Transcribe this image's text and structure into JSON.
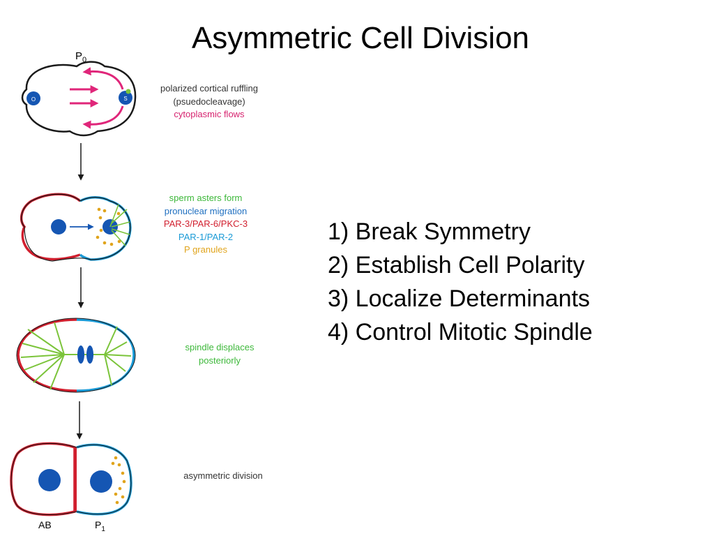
{
  "title": "Asymmetric Cell Division",
  "steps": [
    "1) Break Symmetry",
    "2) Establish Cell Polarity",
    "3)  Localize Determinants",
    "4) Control Mitotic Spindle"
  ],
  "stage1": {
    "cell_label": "P0",
    "nucleus_o": "O",
    "nucleus_s": "S",
    "lines": [
      {
        "text": "polarized cortical ruffling",
        "color": "#333333"
      },
      {
        "text": "(psuedocleavage)",
        "color": "#333333"
      },
      {
        "text": "cytoplasmic flows",
        "color": "#d6226e"
      }
    ]
  },
  "stage2": {
    "lines": [
      {
        "text": "sperm asters form",
        "color": "#3db83a"
      },
      {
        "text": "pronuclear migration",
        "color": "#1f6fc0"
      },
      {
        "text": "PAR-3/PAR-6/PKC-3",
        "color": "#d11f2e"
      },
      {
        "text": "PAR-1/PAR-2",
        "color": "#1a9ad6"
      },
      {
        "text": "P granules",
        "color": "#e0a41c"
      }
    ]
  },
  "stage3": {
    "lines": [
      {
        "text": "spindle displaces",
        "color": "#3db83a"
      },
      {
        "text": "posteriorly",
        "color": "#3db83a"
      }
    ]
  },
  "stage4": {
    "lines": [
      {
        "text": "asymmetric division",
        "color": "#333333"
      }
    ],
    "label_ab": "AB",
    "label_p1": "P1"
  },
  "colors": {
    "outline": "#1a1a1a",
    "anterior_cortex": "#d11f2e",
    "posterior_cortex": "#1a9ad6",
    "nucleus": "#1556b3",
    "granules": "#e0a41c",
    "spindle": "#7bc43a",
    "flow_arrows": "#e0267a"
  }
}
